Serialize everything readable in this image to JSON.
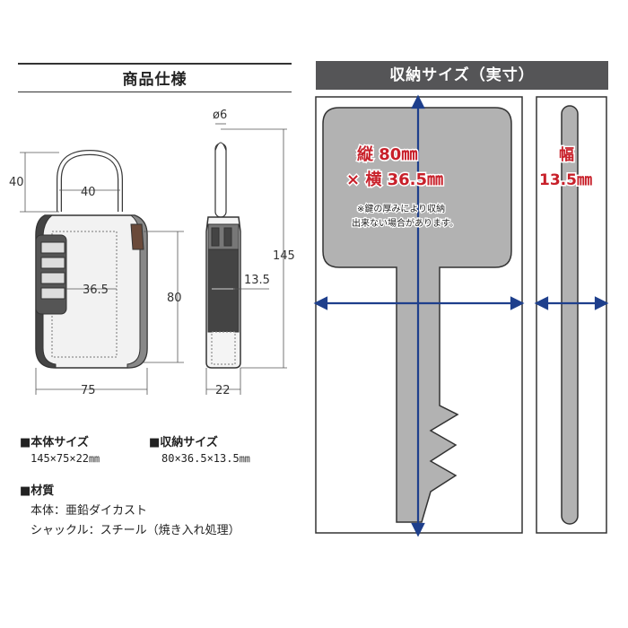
{
  "left_title": "商品仕様",
  "right_title": "収納サイズ（実寸）",
  "dims": {
    "shackle_diameter": "ø6",
    "shackle_height": "40",
    "shackle_width": "40",
    "body_inner_width": "36.5",
    "body_height": "80",
    "total_height": "145",
    "depth_inner": "13.5",
    "body_width": "75",
    "body_depth": "22"
  },
  "key_area": {
    "height_label": "縦 80㎜",
    "width_label": "× 横 36.5㎜",
    "note_line1": "※鍵の厚みにより収納",
    "note_line2": "出来ない場合があります。",
    "thickness_title": "幅",
    "thickness_value": "13.5㎜"
  },
  "specs": {
    "body_size_title": "■本体サイズ",
    "body_size_value": "145×75×22㎜",
    "storage_size_title": "■収納サイズ",
    "storage_size_value": "80×36.5×13.5㎜",
    "material_title": "■材質",
    "material_body": "本体：亜鉛ダイカスト",
    "material_shackle": "シャックル：スチール（焼き入れ処理）"
  },
  "colors": {
    "accent_red": "#c8202a",
    "arrow_blue": "#1e3f8c",
    "key_gray": "#b2b2b2",
    "header_gray": "#555557"
  }
}
